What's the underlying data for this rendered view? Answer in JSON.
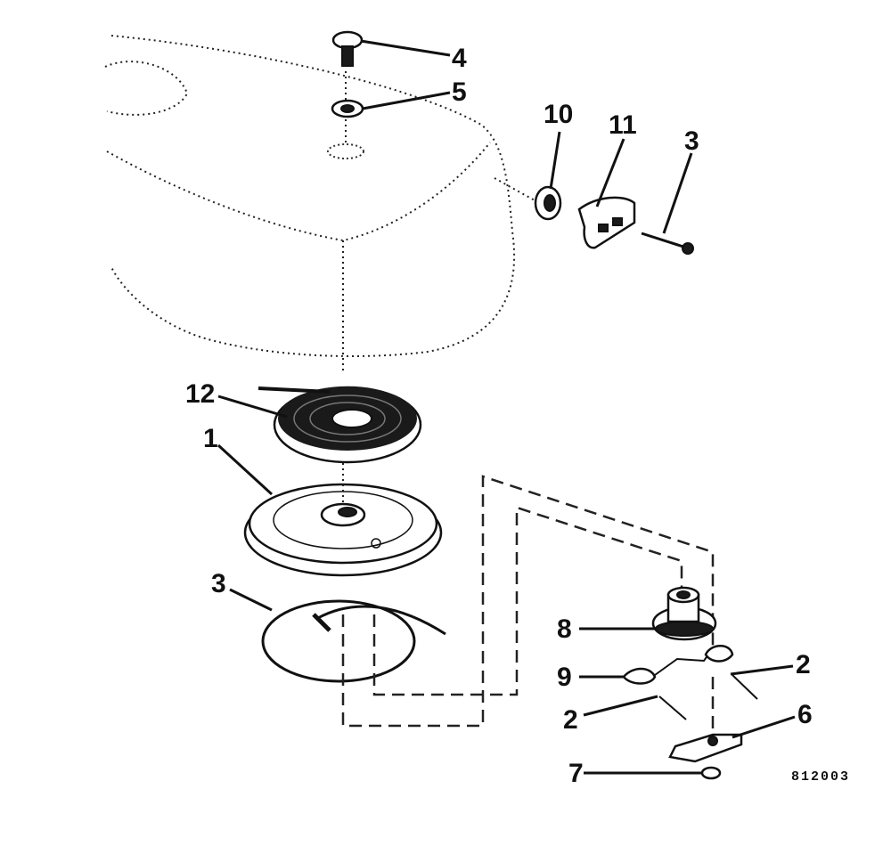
{
  "figure_code": "812003",
  "callouts": [
    {
      "id": "c4",
      "label": "4"
    },
    {
      "id": "c5",
      "label": "5"
    },
    {
      "id": "c10",
      "label": "10"
    },
    {
      "id": "c11",
      "label": "11"
    },
    {
      "id": "c3a",
      "label": "3"
    },
    {
      "id": "c12",
      "label": "12"
    },
    {
      "id": "c1",
      "label": "1"
    },
    {
      "id": "c3b",
      "label": "3"
    },
    {
      "id": "c8",
      "label": "8"
    },
    {
      "id": "c9",
      "label": "9"
    },
    {
      "id": "c2a",
      "label": "2"
    },
    {
      "id": "c2b",
      "label": "2"
    },
    {
      "id": "c6",
      "label": "6"
    },
    {
      "id": "c7",
      "label": "7"
    }
  ]
}
